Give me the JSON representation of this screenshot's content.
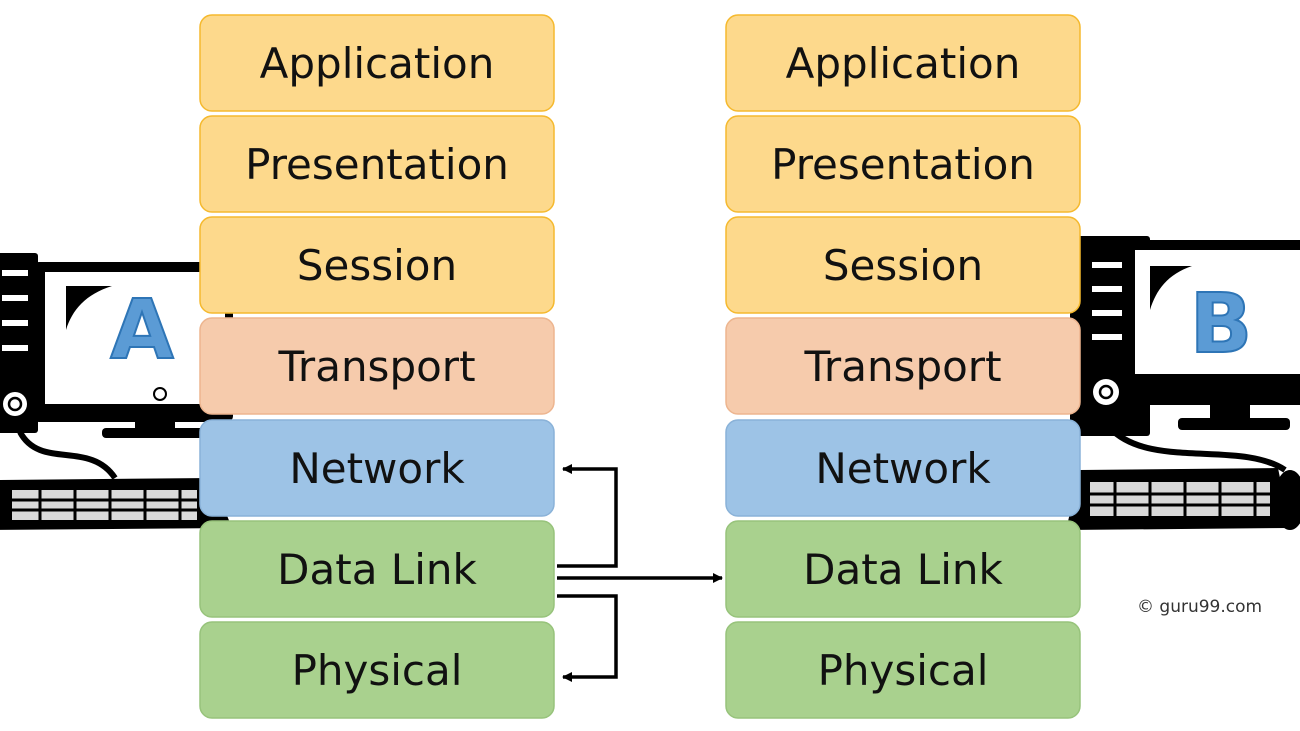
{
  "stacks": {
    "left": {
      "computer_label": "A",
      "layers": [
        {
          "label": "Application",
          "fill": "#FDD98C",
          "stroke": "#F5B92E"
        },
        {
          "label": "Presentation",
          "fill": "#FDD98C",
          "stroke": "#F5B92E"
        },
        {
          "label": "Session",
          "fill": "#FDD98C",
          "stroke": "#F5B92E"
        },
        {
          "label": "Transport",
          "fill": "#F6CBAC",
          "stroke": "#EDB58F"
        },
        {
          "label": "Network",
          "fill": "#9DC3E6",
          "stroke": "#8AB2D8"
        },
        {
          "label": "Data Link",
          "fill": "#A9D18E",
          "stroke": "#97C37B"
        },
        {
          "label": "Physical",
          "fill": "#A9D18E",
          "stroke": "#97C37B"
        }
      ]
    },
    "right": {
      "computer_label": "B",
      "layers": [
        {
          "label": "Application",
          "fill": "#FDD98C",
          "stroke": "#F5B92E"
        },
        {
          "label": "Presentation",
          "fill": "#FDD98C",
          "stroke": "#F5B92E"
        },
        {
          "label": "Session",
          "fill": "#FDD98C",
          "stroke": "#F5B92E"
        },
        {
          "label": "Transport",
          "fill": "#F6CBAC",
          "stroke": "#EDB58F"
        },
        {
          "label": "Network",
          "fill": "#9DC3E6",
          "stroke": "#8AB2D8"
        },
        {
          "label": "Data Link",
          "fill": "#A9D18E",
          "stroke": "#97C37B"
        },
        {
          "label": "Physical",
          "fill": "#A9D18E",
          "stroke": "#97C37B"
        }
      ]
    }
  },
  "computer_icon": "desktop-computer-icon",
  "computer_label_color": "#5B9BD5",
  "arrow_color": "#000000",
  "copyright": "© guru99.com"
}
